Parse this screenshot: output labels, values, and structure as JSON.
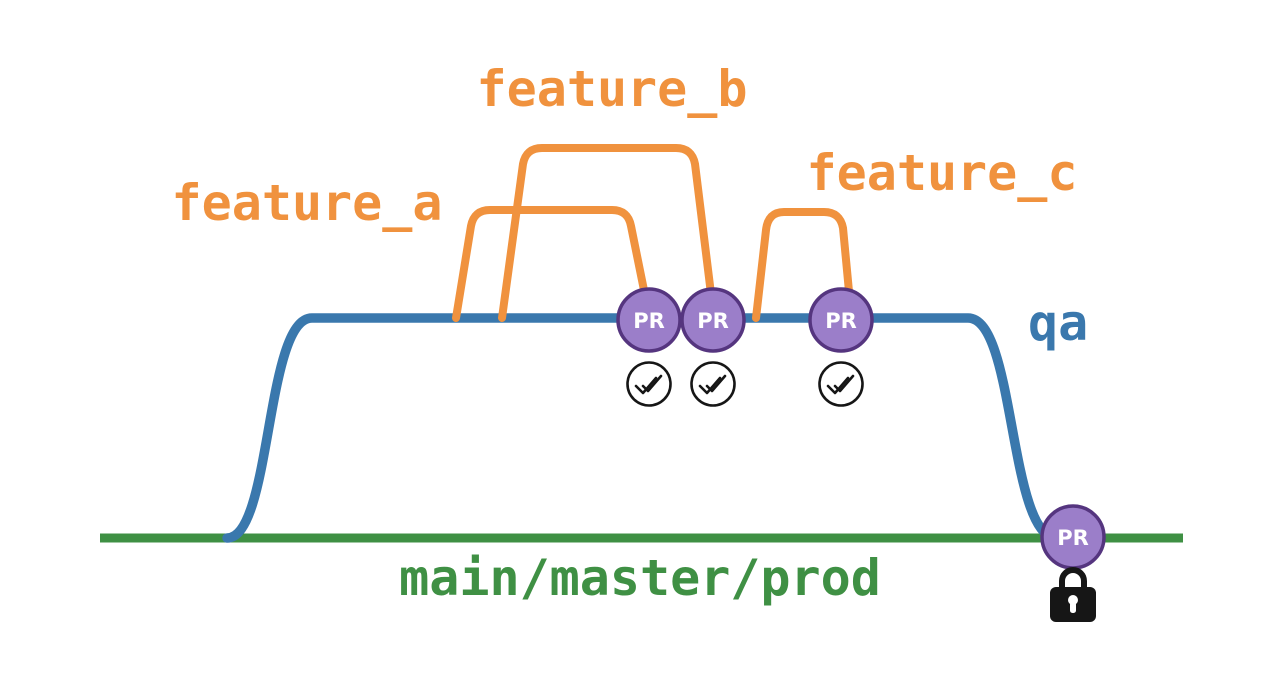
{
  "colors": {
    "background": "#ffffff",
    "orange": "#f0923e",
    "blue": "#3a78ad",
    "green": "#3f9044",
    "purple": "#9b7ec9",
    "purple_dark": "#55357f",
    "ink": "#161616",
    "white": "#ffffff"
  },
  "branches": {
    "feature_a": "feature_a",
    "feature_b": "feature_b",
    "feature_c": "feature_c",
    "qa": "qa",
    "main": "main/master/prod"
  },
  "badges": {
    "pr": "PR"
  },
  "icons": {
    "checks": "double-check-circle-icon",
    "lock": "lock-icon"
  }
}
